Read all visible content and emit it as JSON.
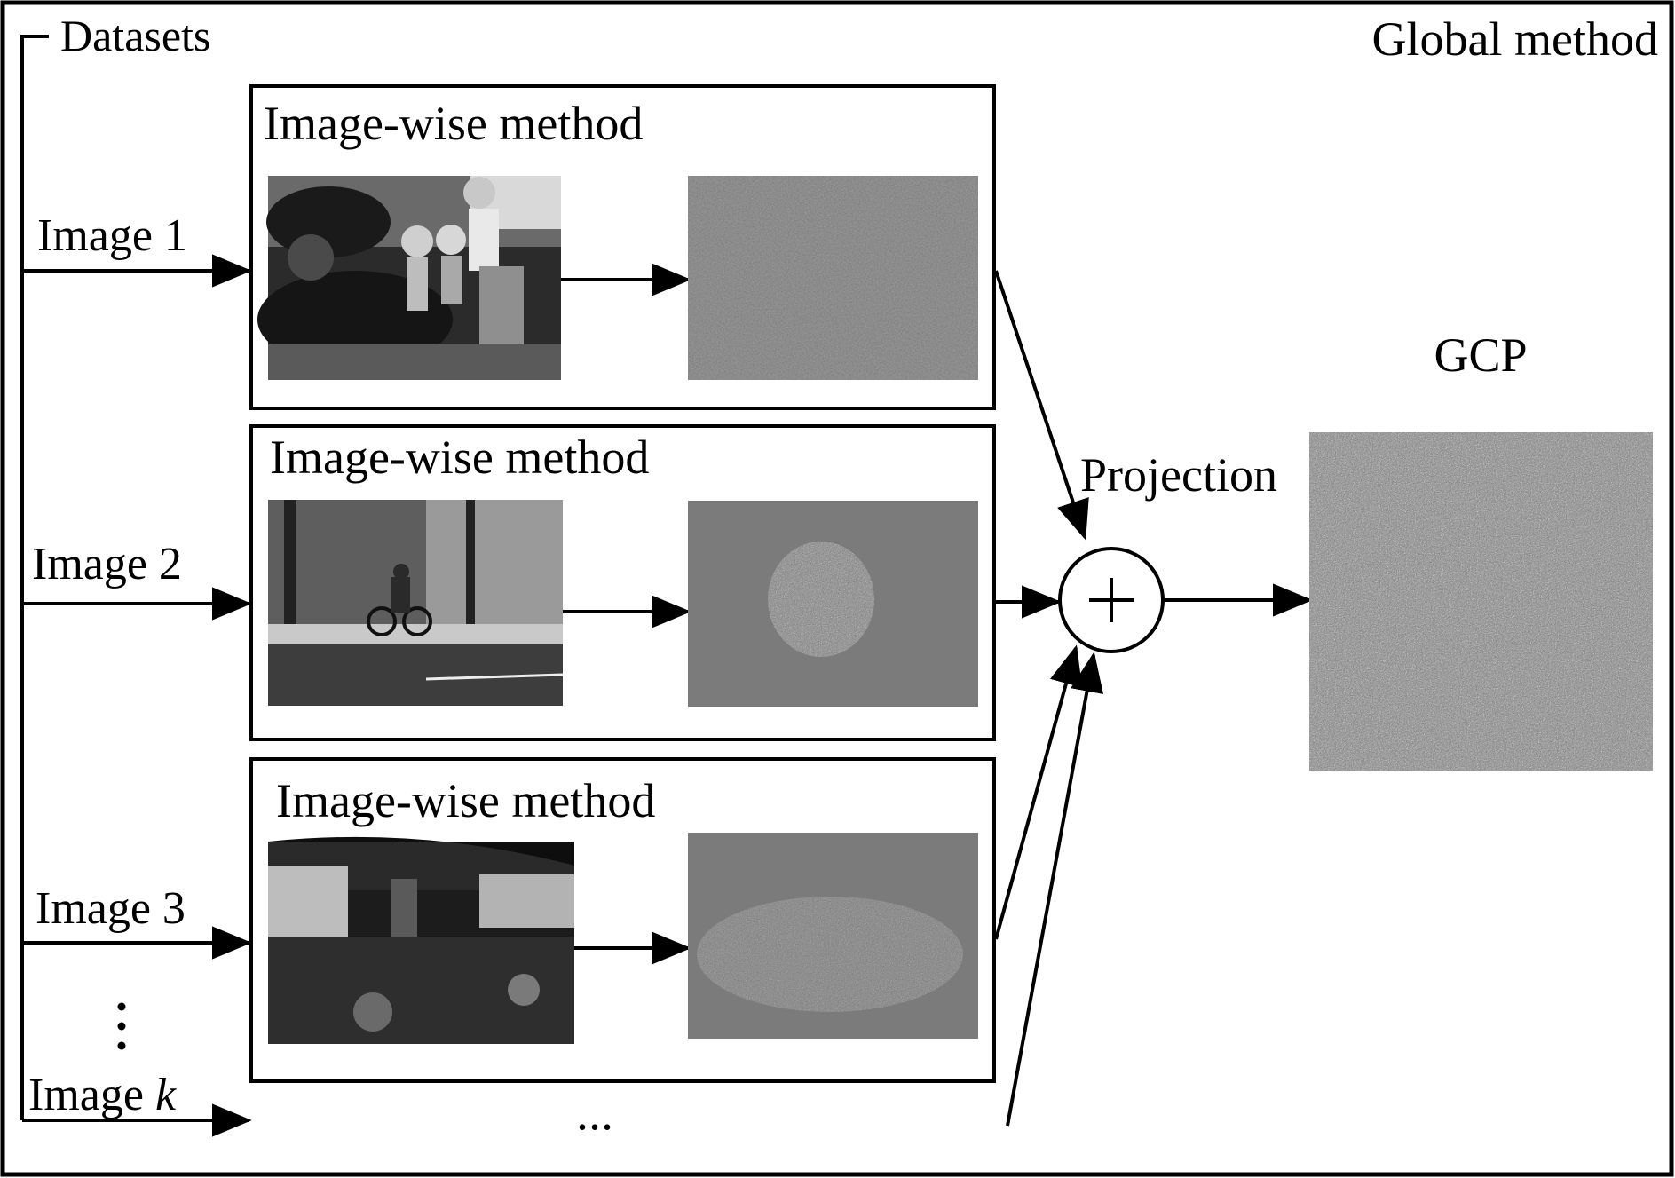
{
  "labels": {
    "datasets": "Datasets",
    "global_method": "Global method",
    "gcp": "GCP",
    "projection": "Projection",
    "ellipsis": "...",
    "image_k_prefix": "Image ",
    "image_k_var": "k"
  },
  "inputs": [
    {
      "label": "Image 1"
    },
    {
      "label": "Image 2"
    },
    {
      "label": "Image 3"
    }
  ],
  "modules": [
    {
      "title": "Image-wise method",
      "photo": "photo: family on motorcycle (grayscale)",
      "output": "perturbation map 1"
    },
    {
      "title": "Image-wise method",
      "photo": "photo: cyclist on street (grayscale)",
      "output": "perturbation map 2"
    },
    {
      "title": "Image-wise method",
      "photo": "photo: crowd under overpass (grayscale)",
      "output": "perturbation map 3"
    }
  ],
  "colors": {
    "line": "#000000",
    "perturbation_bg": "#7b7b7b",
    "gcp_noise_bg": "#767676"
  }
}
